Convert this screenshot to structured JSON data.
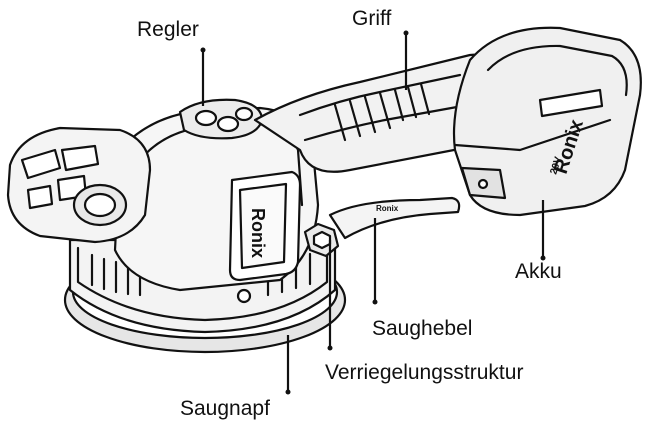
{
  "labels": {
    "regler": "Regler",
    "griff": "Griff",
    "akku": "Akku",
    "saughebel": "Saughebel",
    "verriegelungsstruktur": "Verriegelungsstruktur",
    "saugnapf": "Saugnapf"
  },
  "brand": {
    "name": "Ronix",
    "lever_text": "Ronix",
    "battery_voltage": "20V"
  },
  "colors": {
    "line": "#111111",
    "background": "#ffffff",
    "shade": "#d9d9d9"
  }
}
